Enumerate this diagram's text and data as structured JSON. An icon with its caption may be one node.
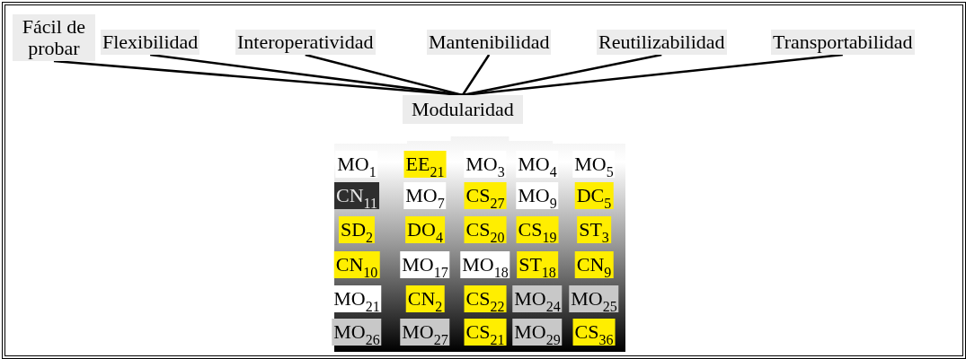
{
  "diagram": {
    "nodes": [
      {
        "text": [
          "Fácil de probar"
        ]
      },
      {
        "text": [
          "Flexibilidad"
        ]
      },
      {
        "text": [
          "Interoperatividad"
        ]
      },
      {
        "text": [
          "Mantenibilidad"
        ]
      },
      {
        "text": [
          "Reutilizabilidad"
        ]
      },
      {
        "text": [
          "Transportabilidad"
        ]
      },
      {
        "text": [
          "Modularidad"
        ]
      },
      {
        "text": [],
        "shape": "box"
      },
      {
        "text": [
          "MO$_{1}$"
        ],
        "in": 7
      },
      {
        "text": [
          "EE$_{21}$"
        ],
        "in": 7
      },
      {
        "text": [
          "MO$_{3}$"
        ],
        "in": 7
      },
      {
        "text": [
          "MO$_{4}$"
        ],
        "in": 7
      },
      {
        "text": [
          "MO$_{5}$"
        ],
        "in": 7
      },
      {
        "text": [
          "CN$_{11}$"
        ],
        "in": 7
      },
      {
        "text": [
          "MO$_{7}$"
        ],
        "in": 7
      },
      {
        "text": [
          "CS$_{27}$"
        ],
        "in": 7
      },
      {
        "text": [
          "MO$_{9}$"
        ],
        "in": 7
      },
      {
        "text": [
          "DC$_{5}$"
        ],
        "in": 7
      },
      {
        "text": [
          "SD$_{2}$"
        ],
        "in": 7
      },
      {
        "text": [
          "DO$_{4}$"
        ],
        "in": 7
      },
      {
        "text": [
          "CS$_{20}$"
        ],
        "in": 7
      },
      {
        "text": [
          "CS$_{19}$"
        ],
        "in": 7
      },
      {
        "text": [
          "ST$_{3}$"
        ],
        "in": 7
      },
      {
        "text": [
          "CN$_{10}$"
        ],
        "in": 7
      },
      {
        "text": [
          "MO$_{17}$"
        ],
        "in": 7
      },
      {
        "text": [
          "MO$_{18}$"
        ],
        "in": 7
      },
      {
        "text": [
          "ST$_{18}$"
        ],
        "in": 7
      },
      {
        "text": [
          "CN$_{9}$"
        ],
        "in": 7
      },
      {
        "text": [
          "MO$_{21}$"
        ],
        "in": 7
      },
      {
        "text": [
          "CN$_{2}$"
        ],
        "in": 7
      },
      {
        "text": [
          "CS$_{22}$"
        ],
        "in": 7
      },
      {
        "text": [
          "MO$_{24}$"
        ],
        "in": 7
      },
      {
        "text": [
          "MO$_{25}$"
        ],
        "in": 7
      },
      {
        "text": [
          "MO$_{26}$"
        ],
        "in": 7
      },
      {
        "text": [
          "MO$_{27}$"
        ],
        "in": 7
      },
      {
        "text": [
          "CS$_{21}$"
        ],
        "in": 7
      },
      {
        "text": [
          "MO$_{29}$"
        ],
        "in": 7
      },
      {
        "text": [
          "CS$_{36}$"
        ],
        "in": 7
      }
    ],
    "edges": [
      {
        "from": 0,
        "to": 6,
        "arrow": "none"
      },
      {
        "from": 1,
        "to": 6,
        "arrow": "none"
      },
      {
        "from": 2,
        "to": 6,
        "arrow": "none"
      },
      {
        "from": 3,
        "to": 6,
        "arrow": "none"
      },
      {
        "from": 4,
        "to": 6,
        "arrow": "none"
      },
      {
        "from": 5,
        "to": 6,
        "arrow": "none"
      }
    ]
  }
}
